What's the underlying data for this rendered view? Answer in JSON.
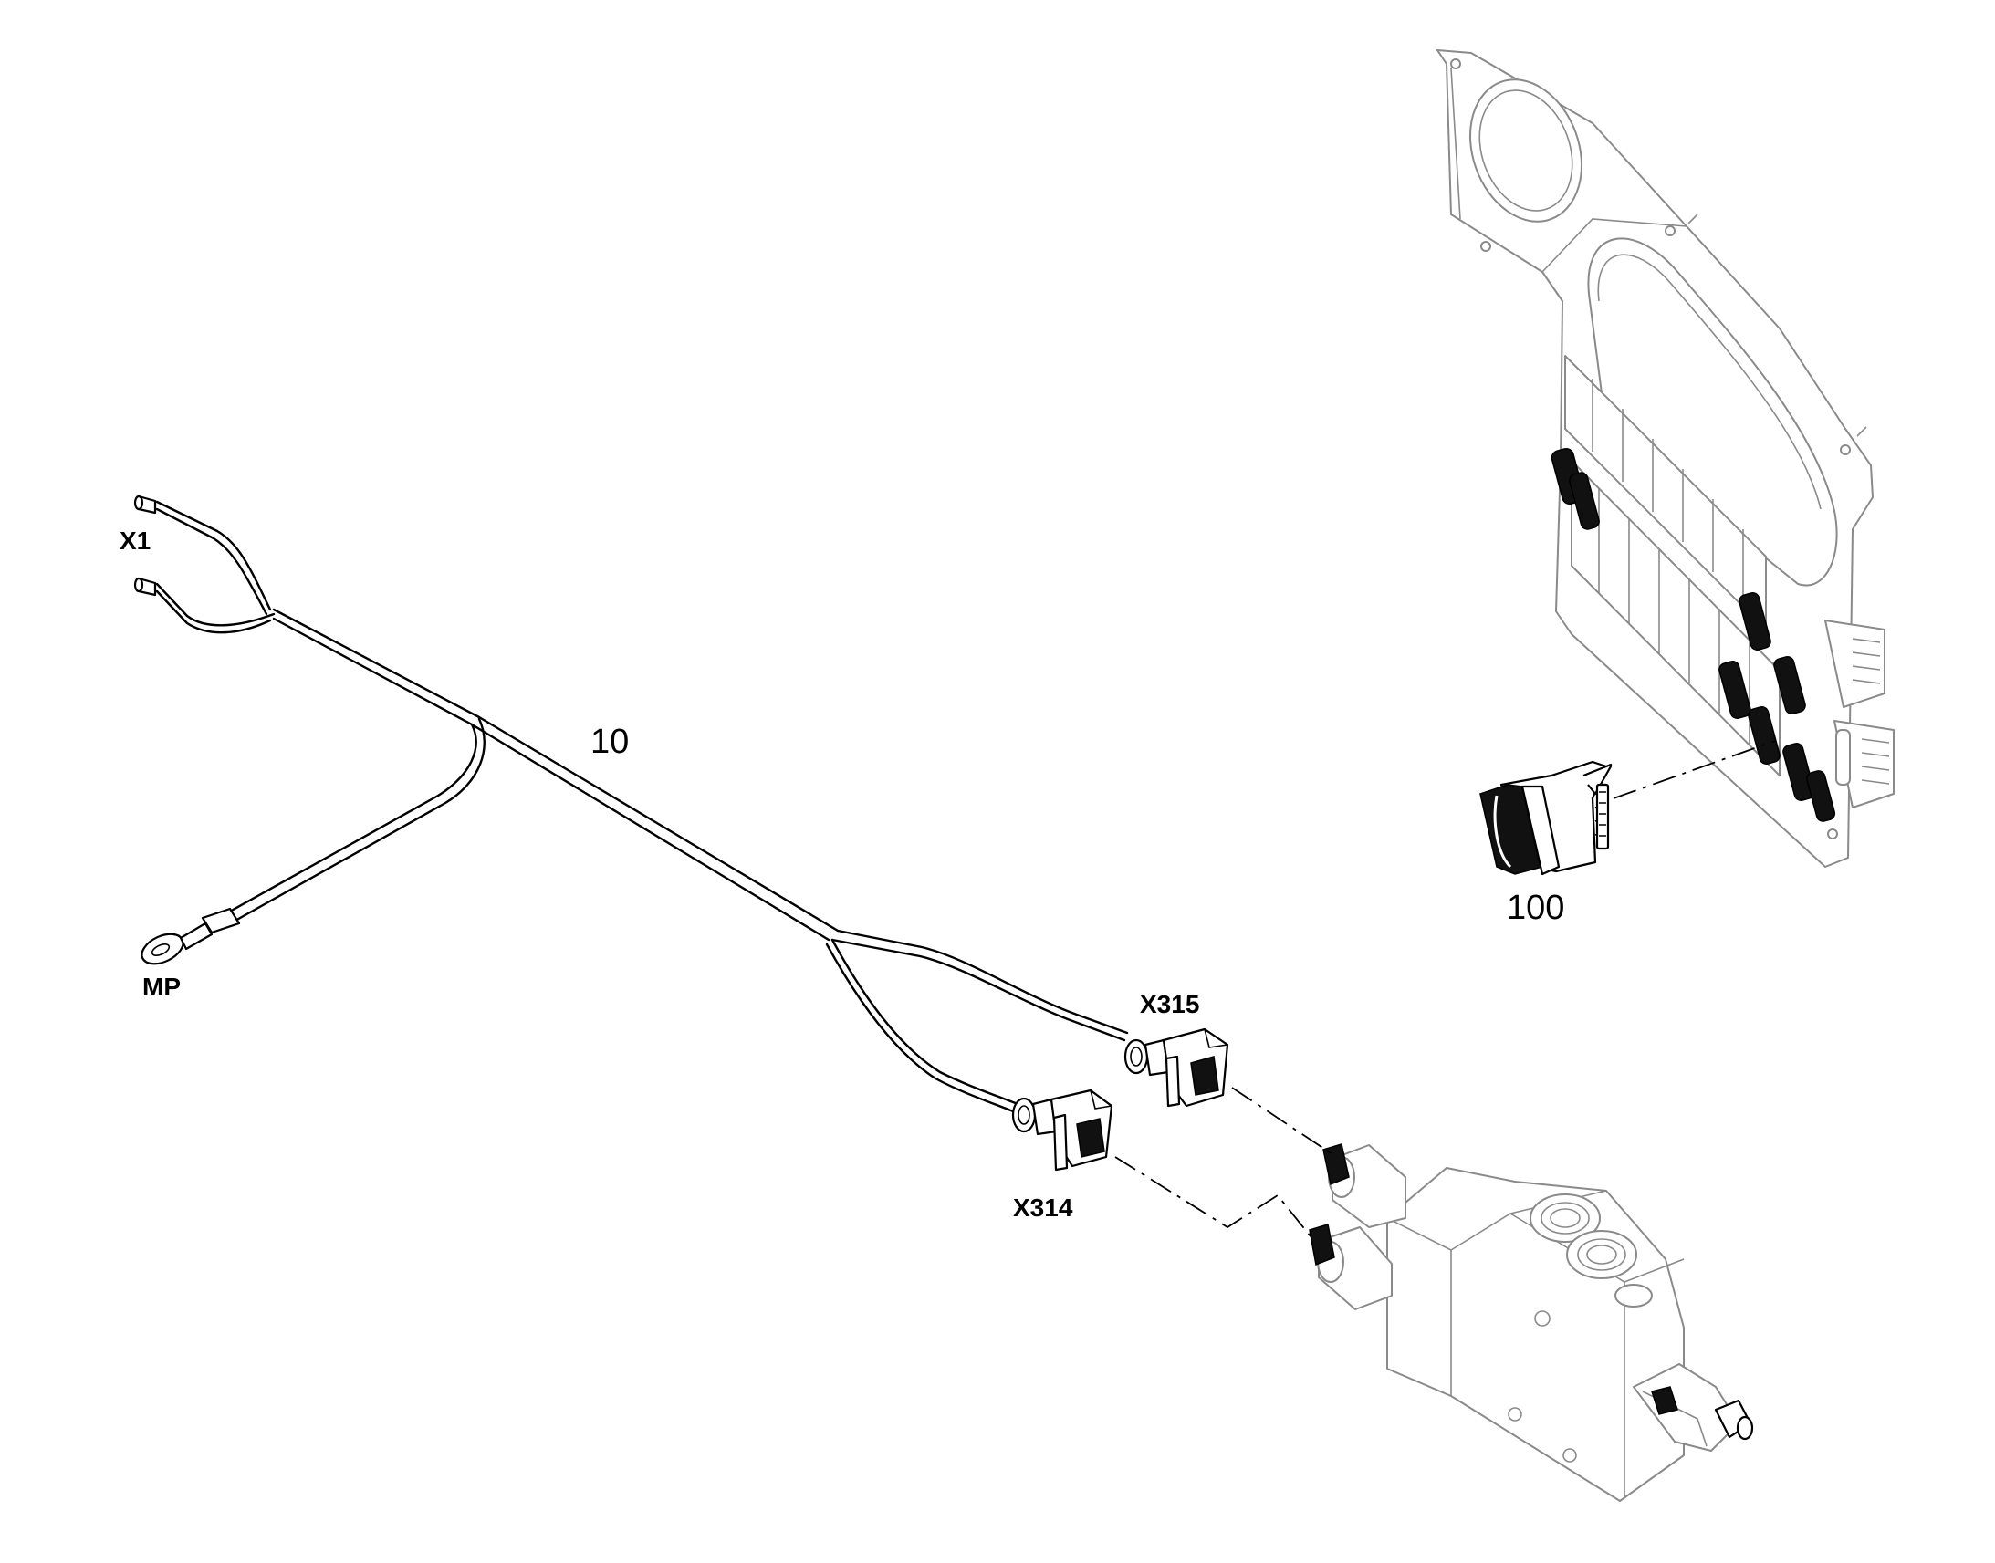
{
  "labels": {
    "x1": "X1",
    "mp": "MP",
    "harness_number": "10",
    "x315": "X315",
    "x314": "X314",
    "switch_number": "100"
  }
}
